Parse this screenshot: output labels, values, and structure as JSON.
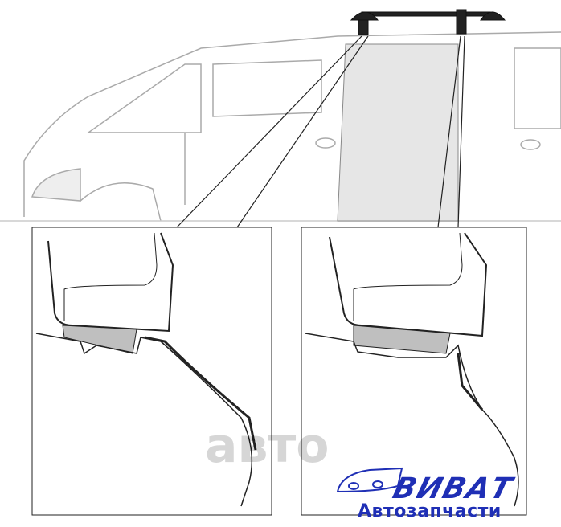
{
  "logo": {
    "brand": "ВИВАТ",
    "subtitle": "Автозапчасти"
  },
  "watermark": "aвто",
  "colors": {
    "logo_blue": "#1f2fb5",
    "line": "#333333",
    "fill_gray": "#bfbfbf"
  }
}
